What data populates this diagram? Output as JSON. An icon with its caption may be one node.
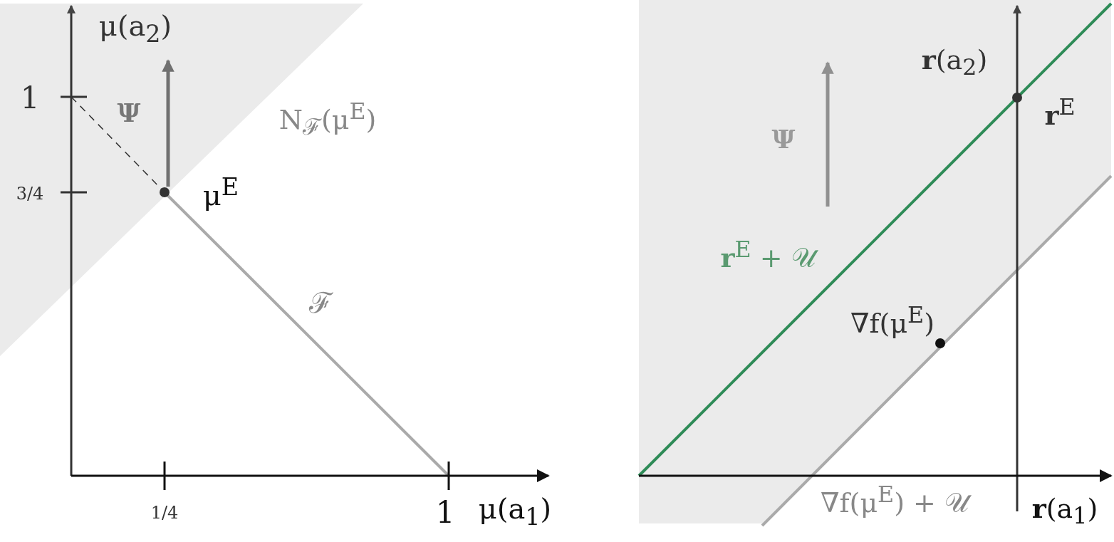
{
  "diagram": {
    "labels": [
      "μ(a$_{2}$)",
      "1",
      "Ψ",
      "N$_{ℱ}$(μ$^{E}$)",
      "3/4",
      "μ$^{E}$",
      "ℱ",
      "1/4",
      "1",
      "μ(a$_{1}$)",
      "**r**(a$_{2}$)",
      "**r**$^{E}$",
      "Ψ",
      "**r**$^{E}$ + 𝒰",
      "∇f(μ$^{E}$)",
      "∇f(μ$^{E}$) + 𝒰",
      "**r**(a$_{1}$)"
    ]
  }
}
